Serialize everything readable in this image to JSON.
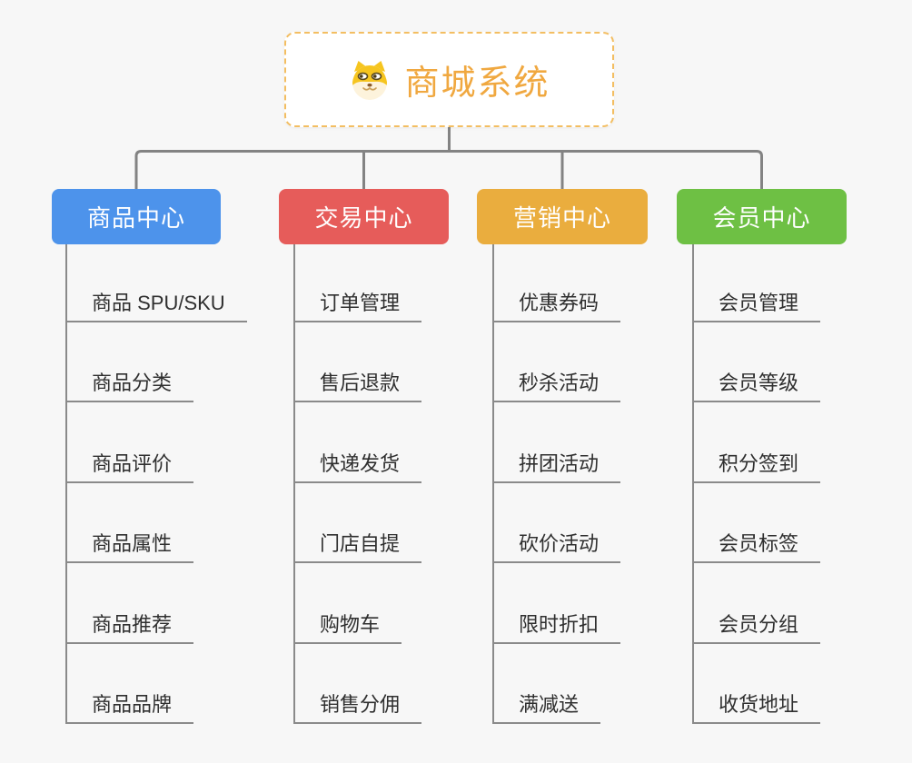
{
  "diagram": {
    "root": {
      "title": "商城系统",
      "icon": "dog-face",
      "title_color": "#f0a840",
      "border_color": "#f3be62"
    },
    "connector_color": "#838383",
    "line_color": "#8a8a8a",
    "background_color": "#f7f7f7",
    "branches": [
      {
        "id": "product-center",
        "label": "商品中心",
        "color": "#4d93eb",
        "children": [
          "商品 SPU/SKU",
          "商品分类",
          "商品评价",
          "商品属性",
          "商品推荐",
          "商品品牌"
        ]
      },
      {
        "id": "trade-center",
        "label": "交易中心",
        "color": "#e65c5a",
        "children": [
          "订单管理",
          "售后退款",
          "快递发货",
          "门店自提",
          "购物车",
          "销售分佣"
        ]
      },
      {
        "id": "marketing-center",
        "label": "营销中心",
        "color": "#eaad3e",
        "children": [
          "优惠券码",
          "秒杀活动",
          "拼团活动",
          "砍价活动",
          "限时折扣",
          "满减送"
        ]
      },
      {
        "id": "member-center",
        "label": "会员中心",
        "color": "#6ec044",
        "children": [
          "会员管理",
          "会员等级",
          "积分签到",
          "会员标签",
          "会员分组",
          "收货地址"
        ]
      }
    ]
  }
}
